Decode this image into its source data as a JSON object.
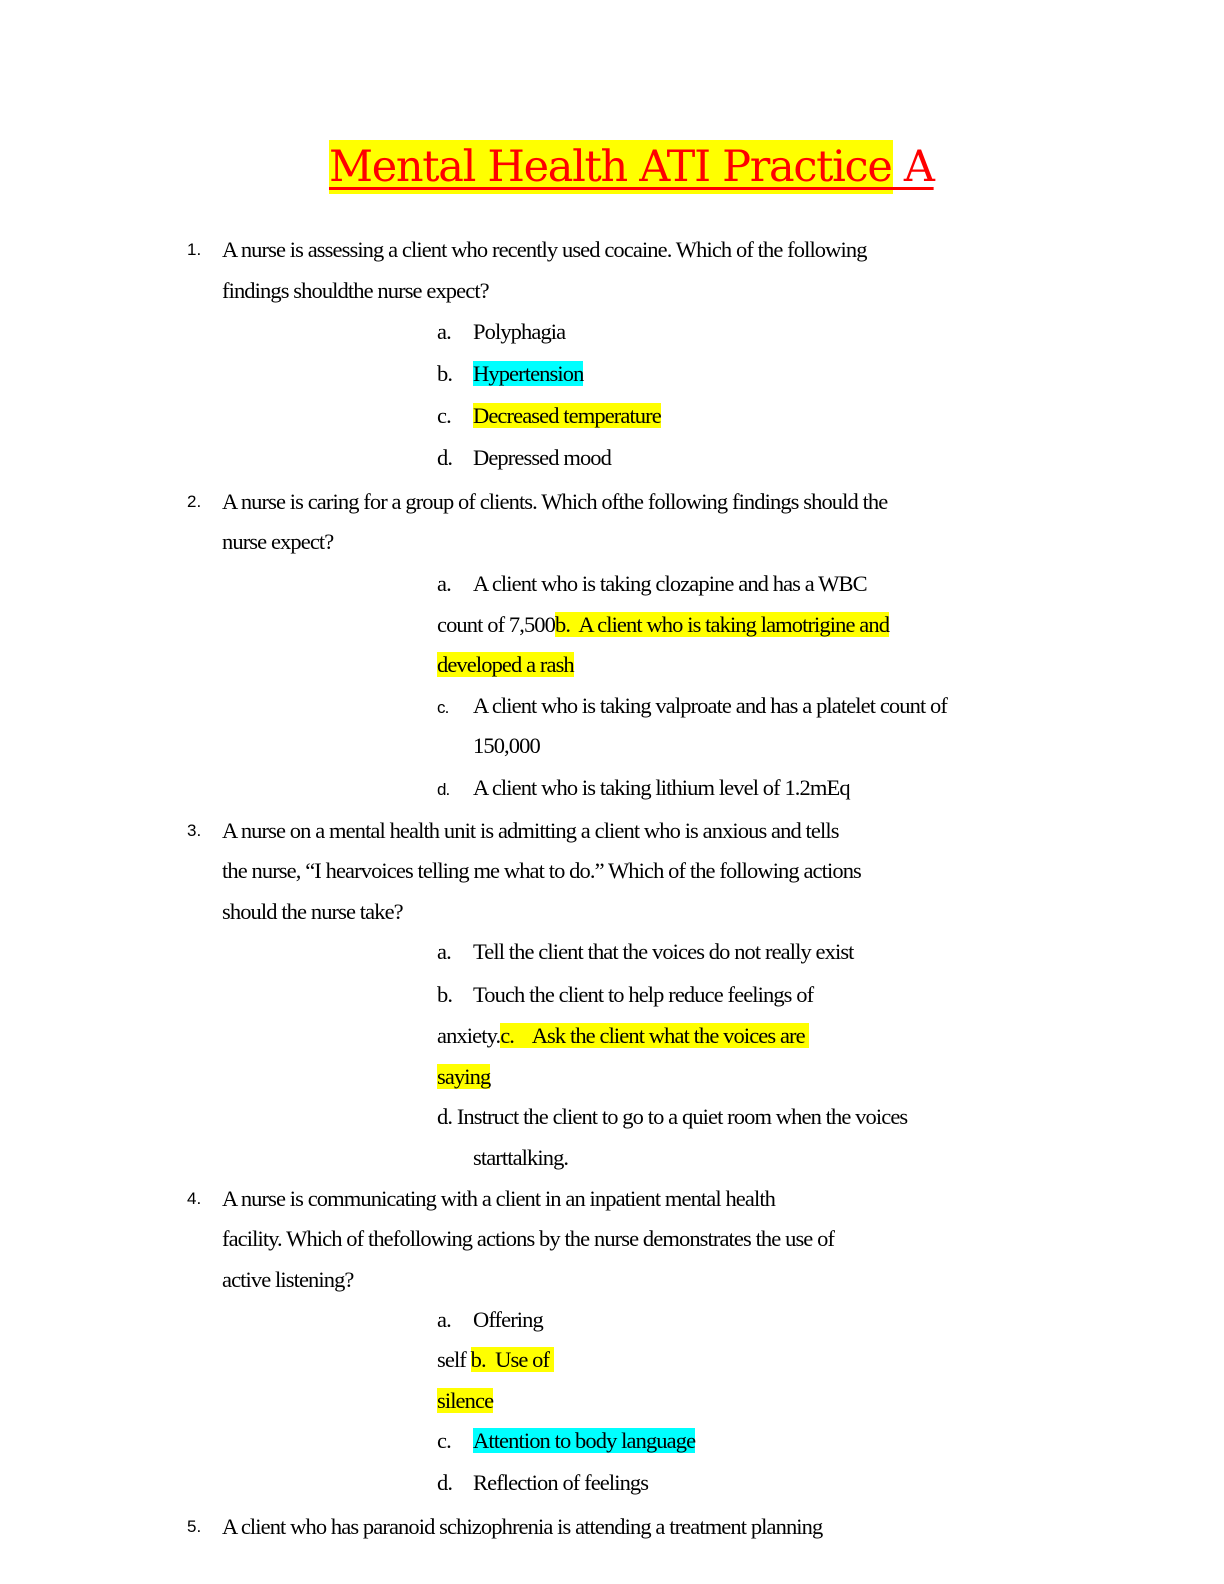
{
  "document": {
    "title": "Mental Health ATI Practice A",
    "highlight_colors": {
      "yellow": "#ffff00",
      "cyan": "#00ffff",
      "title_text": "#ff0000"
    }
  },
  "questions": [
    {
      "number": "1.",
      "stem_lines": [
        "A nurse is assessing a client who recently used cocaine. Which of the following",
        "findings shouldthe nurse expect?"
      ],
      "options": [
        {
          "label": "a.",
          "text": "Polyphagia"
        },
        {
          "label": "b.",
          "text": "Hypertension"
        },
        {
          "label": "c.",
          "text": "Decreased temperature"
        },
        {
          "label": "d.",
          "text": "Depressed mood"
        }
      ]
    },
    {
      "number": "2.",
      "stem_lines": [
        "A nurse is caring for a group of clients. Which ofthe following findings should the",
        "nurse expect?"
      ],
      "options": [
        {
          "label": "a.",
          "text": "A client who is taking clozapine and has a WBC",
          "cont": "count of 7,500"
        },
        {
          "label": "b.",
          "text": "A client who is taking lamotrigine and",
          "cont": "developed a rash"
        },
        {
          "label": "c.",
          "text": "A client who is taking valproate and has a platelet count of",
          "cont": "150,000"
        },
        {
          "label": "d.",
          "text": "A client who is taking lithium level of 1.2mEq"
        }
      ]
    },
    {
      "number": "3.",
      "stem_lines": [
        "A nurse on a mental health unit is admitting a client who is anxious and tells",
        "the nurse, “I hearvoices telling me what to do.” Which of the following actions",
        "should the nurse take?"
      ],
      "options": [
        {
          "label": "a.",
          "text": "Tell the client that the voices do not really exist"
        },
        {
          "label": "b.",
          "text": "Touch the client to help reduce feelings of",
          "cont": "anxiety."
        },
        {
          "label": "c.",
          "text": "Ask the client what the voices are",
          "cont": "saying"
        },
        {
          "label": "d.",
          "text": "Instruct the client to go to a quiet room when the voices",
          "cont": "starttalking."
        }
      ]
    },
    {
      "number": "4.",
      "stem_lines": [
        "A nurse is communicating with a client in an inpatient mental health",
        "facility. Which of thefollowing actions by the nurse demonstrates the use of",
        "active listening?"
      ],
      "options": [
        {
          "label": "a.",
          "text": "Offering",
          "cont": "self"
        },
        {
          "label": "b.",
          "text": "Use of",
          "cont": "silence"
        },
        {
          "label": "c.",
          "text": "Attention to body language"
        },
        {
          "label": "d.",
          "text": "Reflection of feelings"
        }
      ]
    },
    {
      "number": "5.",
      "stem_lines": [
        "A client who has paranoid schizophrenia is attending a treatment planning"
      ]
    }
  ]
}
